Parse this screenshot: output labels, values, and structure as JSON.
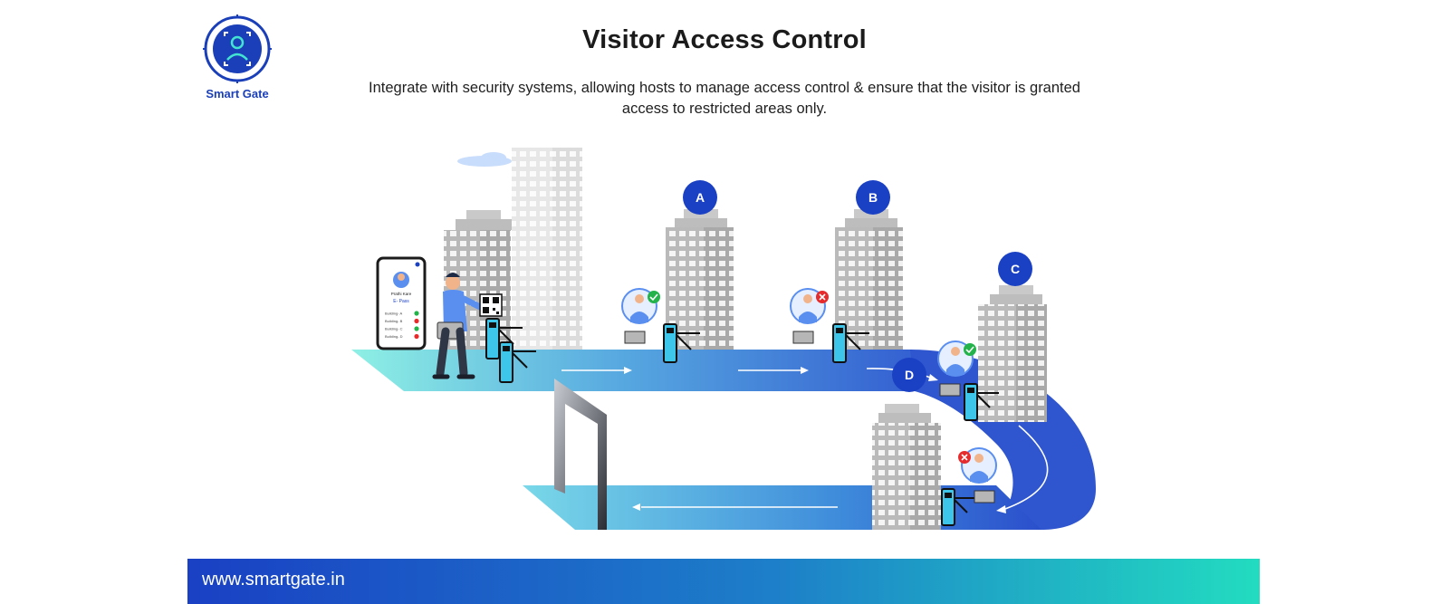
{
  "brand": {
    "name": "Smart Gate",
    "url": "www.smartgate.in"
  },
  "heading": {
    "title": "Visitor Access Control",
    "subtitle": "Integrate with security systems, allowing hosts to manage access control & ensure that the visitor is granted access to restricted areas only."
  },
  "phone": {
    "name": "Prathi Kare",
    "pass_label": "E- Pass",
    "rows": [
      {
        "label": "Building- A",
        "status": "granted"
      },
      {
        "label": "Building- B",
        "status": "denied"
      },
      {
        "label": "Building- C",
        "status": "granted"
      },
      {
        "label": "Building- D",
        "status": "denied"
      }
    ]
  },
  "checkpoints": [
    {
      "label": "A",
      "status": "granted"
    },
    {
      "label": "B",
      "status": "denied"
    },
    {
      "label": "C",
      "status": "granted"
    },
    {
      "label": "D",
      "status": "denied"
    }
  ],
  "colors": {
    "brand_blue": "#1a3fb8",
    "marker_blue": "#1a40c4",
    "granted": "#23b34a",
    "denied": "#e52b2b",
    "road_start": "#7fe7df",
    "road_end": "#2f55cf"
  }
}
